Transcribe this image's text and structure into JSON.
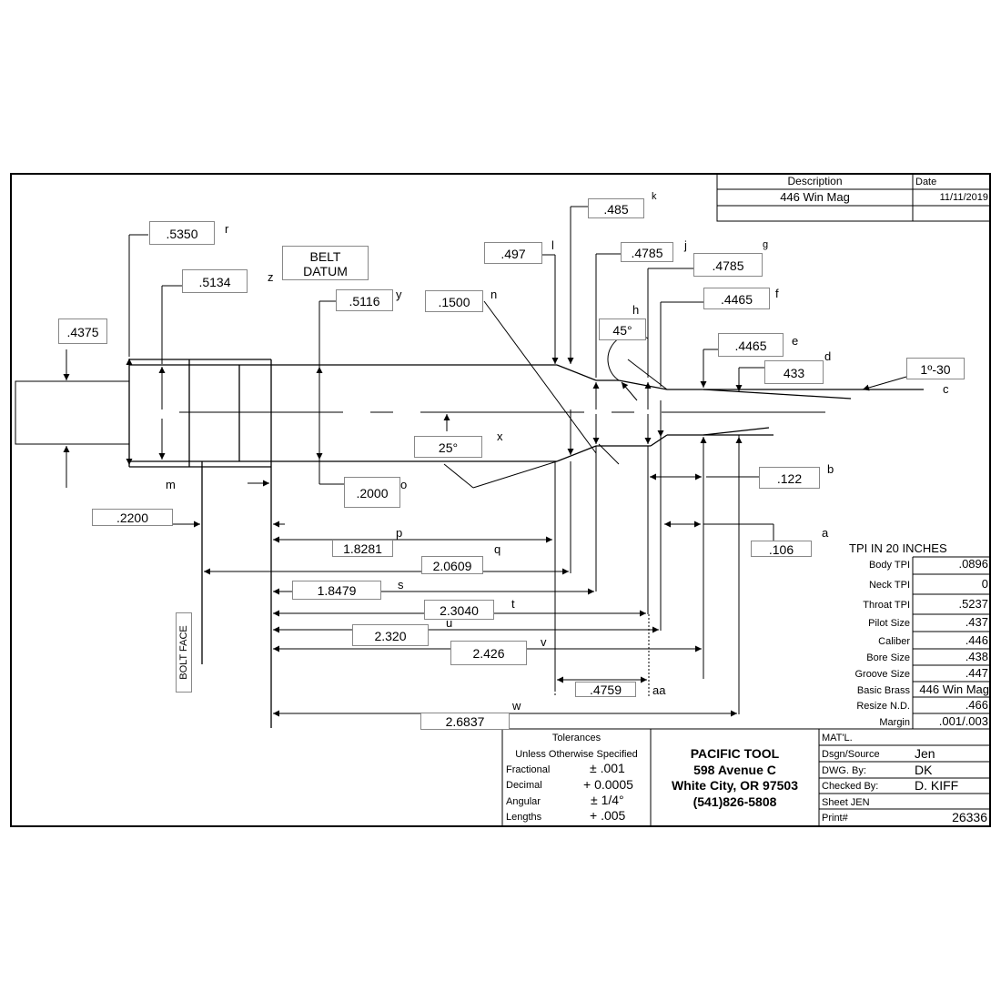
{
  "header": {
    "description_label": "Description",
    "date_label": "Date",
    "description_value": "446 Win Mag",
    "date_value": "11/11/2019"
  },
  "angles": {
    "shoulder": "45°",
    "back": "25°",
    "throat": "1º-30"
  },
  "notes": {
    "belt_datum": [
      "BELT",
      "DATUM"
    ],
    "bolt_face": "BOLT FACE"
  },
  "dims": {
    "a": ".106",
    "b": ".122",
    "d": "433",
    "e": ".4465",
    "f": ".4465",
    "g": ".4785",
    "j": ".4785",
    "k": ".485",
    "l": ".497",
    "n": ".1500",
    "o": ".2000",
    "r": ".5350",
    "y": ".5116",
    "z": ".5134",
    "left": ".4375",
    "m": ".2200",
    "p": "1.8281",
    "q": "2.0609",
    "s": "1.8479",
    "t": "2.3040",
    "u": "2.320",
    "v": "2.426",
    "aa": ".4759",
    "w": "2.6837"
  },
  "letters": {
    "a": "a",
    "b": "b",
    "c": "c",
    "d": "d",
    "e": "e",
    "f": "f",
    "g": "g",
    "h": "h",
    "j": "j",
    "k": "k",
    "l": "l",
    "m": "m",
    "n": "n",
    "o": "o",
    "p": "p",
    "q": "q",
    "r": "r",
    "s": "s",
    "t": "t",
    "u": "u",
    "v": "v",
    "w": "w",
    "x": "x",
    "y": "y",
    "z": "z",
    "aa": "aa"
  },
  "specs": {
    "title": "TPI IN 20  INCHES",
    "rows": [
      {
        "label": "Body TPI",
        "value": ".0896"
      },
      {
        "label": "Neck TPI",
        "value": "0"
      },
      {
        "label": "Throat TPI",
        "value": ".5237"
      },
      {
        "label": "Pilot Size",
        "value": ".437"
      },
      {
        "label": "Caliber",
        "value": ".446"
      },
      {
        "label": "Bore Size",
        "value": ".438"
      },
      {
        "label": "Groove Size",
        "value": ".447"
      },
      {
        "label": "Basic Brass",
        "value": "446 Win Mag"
      },
      {
        "label": "Resize N.D.",
        "value": ".466"
      },
      {
        "label": "Margin",
        "value": ".001/.003"
      }
    ]
  },
  "tolerances": {
    "title": "Tolerances",
    "subtitle": "Unless Otherwise Specified",
    "rows": [
      {
        "label": "Fractional",
        "value": "± .001"
      },
      {
        "label": "Decimal",
        "value": "+ 0.0005"
      },
      {
        "label": "Angular",
        "value": "± 1/4°"
      },
      {
        "label": "Lengths",
        "value": "+ .005"
      }
    ]
  },
  "company": {
    "name": "PACIFIC TOOL",
    "address": "598 Avenue C",
    "city": "White City, OR 97503",
    "phone": "(541)826-5808"
  },
  "titleblock": {
    "matl": "MAT'L.",
    "dsgn_label": "Dsgn/Source",
    "dsgn_value": "Jen",
    "dwg_label": "DWG. By:",
    "dwg_value": "DK",
    "checked_label": "Checked By:",
    "checked_value": "D. KIFF",
    "sheet": "Sheet JEN",
    "print_label": "Print#",
    "print_value": "26336"
  }
}
